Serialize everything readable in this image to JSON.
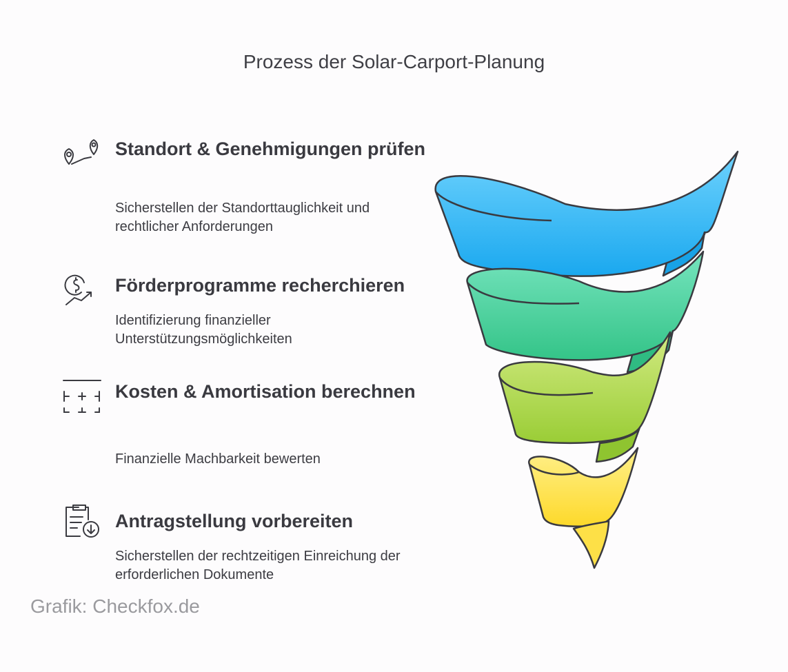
{
  "title": "Prozess der Solar-Carport-Planung",
  "steps": [
    {
      "heading": "Standort & Genehmigungen prüfen",
      "description": "Sicherstellen der Standorttauglichkeit und rechtlicher Anforderungen",
      "icon": "map-route-pins-icon",
      "color": "#4cc4fa"
    },
    {
      "heading": "Förderprogramme recherchieren",
      "description": "Identifizierung finanzieller Unterstützungsmöglichkeiten",
      "icon": "dollar-growth-icon",
      "color": "#52d6a6"
    },
    {
      "heading": "Kosten & Amortisation berechnen",
      "description": "Finanzielle Machbarkeit bewerten",
      "icon": "calculator-grid-icon",
      "color": "#b9de4c"
    },
    {
      "heading": "Antragstellung vorbereiten",
      "description": "Sicherstellen der rechtzeitigen Einreichung der erforderlichen Dokumente",
      "icon": "clipboard-download-icon",
      "color": "#fde25a"
    }
  ],
  "credit": "Grafik: Checkfox.de"
}
